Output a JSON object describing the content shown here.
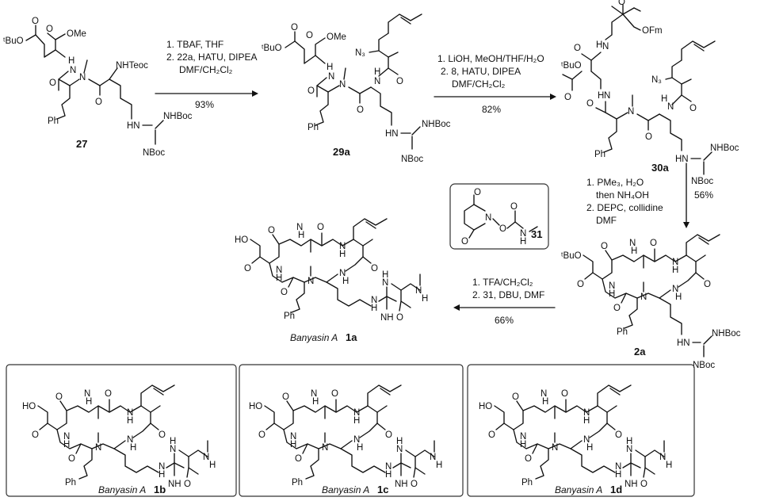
{
  "scheme": {
    "compounds": [
      {
        "id": "27",
        "number": "27",
        "atoms": {
          "tbuo": "ᵗBuO",
          "ome": "OMe",
          "o1": "O",
          "o2": "O",
          "nh1": "H",
          "n1": "N",
          "n2": "N",
          "nhteoc": "NHTeoc",
          "o3": "O",
          "o4": "O",
          "ph": "Ph",
          "hn": "HN",
          "nhboc": "NHBoc",
          "nboc": "NBoc"
        }
      },
      {
        "id": "29a",
        "number": "29a",
        "atoms": {
          "tbuo": "ᵗBuO",
          "ome": "OMe",
          "n3": "N₃",
          "o1": "O",
          "o2": "O",
          "o5": "O",
          "nh1": "H",
          "n1": "N",
          "n2": "N",
          "nh2": "H",
          "n3b": "N",
          "o3": "O",
          "o4": "O",
          "ph": "Ph",
          "hn": "HN",
          "nhboc": "NHBoc",
          "nboc": "NBoc"
        }
      },
      {
        "id": "30a",
        "number": "30a",
        "atoms": {
          "ofm": "OFm",
          "tbuo": "ᵗBuO",
          "n3": "N₃",
          "o6": "O",
          "o7": "O",
          "o1": "O",
          "o2": "O",
          "o5": "O",
          "nh0": "H",
          "n0": "N",
          "nh1": "H",
          "n1": "N",
          "n2": "N",
          "nh2": "H",
          "n3b": "N",
          "o3": "O",
          "ph": "Ph",
          "hn": "HN",
          "nhboc": "NHBoc",
          "nboc": "NBoc"
        }
      },
      {
        "id": "2a",
        "number": "2a",
        "atoms": {
          "tbuo": "ᵗBuO",
          "o1": "O",
          "o2": "O",
          "o5": "O",
          "o6": "O",
          "o7": "O",
          "n0": "N",
          "h0": "H",
          "n1": "N",
          "h1": "H",
          "n2": "N",
          "n3": "N",
          "h3": "H",
          "n4": "N",
          "h4": "H",
          "ph": "Ph",
          "hn": "HN",
          "nhboc": "NHBoc",
          "nboc": "NBoc"
        }
      },
      {
        "id": "1a",
        "number": "1a",
        "name": "Banyasin A",
        "atoms": {
          "ho": "HO",
          "o1": "O",
          "o2": "O",
          "o5": "O",
          "o6": "O",
          "o7": "O",
          "n0": "N",
          "h0": "H",
          "n1": "N",
          "h1": "H",
          "n2": "N",
          "n3": "N",
          "h3": "H",
          "n4": "N",
          "h4": "H",
          "ph": "Ph",
          "nh_a": "N",
          "h_a": "H",
          "nh_b": "N",
          "h_b": "H",
          "nh_c": "N",
          "h_c": "H",
          "nh_eq": "NH",
          "o_u": "O"
        }
      },
      {
        "id": "1b",
        "number": "1b",
        "name": "Banyasin A",
        "atoms": {
          "ho": "HO",
          "o1": "O",
          "o2": "O",
          "o5": "O",
          "o6": "O",
          "o7": "O",
          "n0": "N",
          "h0": "H",
          "n1": "N",
          "h1": "H",
          "n2": "N",
          "n3": "N",
          "h3": "H",
          "n4": "N",
          "h4": "H",
          "ph": "Ph",
          "nh_a": "N",
          "h_a": "H",
          "nh_b": "N",
          "h_b": "H",
          "nh_c": "N",
          "h_c": "H",
          "nh_eq": "NH",
          "o_u": "O"
        }
      },
      {
        "id": "1c",
        "number": "1c",
        "name": "Banyasin A",
        "atoms": {
          "ho": "HO",
          "o1": "O",
          "o2": "O",
          "o5": "O",
          "o6": "O",
          "o7": "O",
          "n0": "N",
          "h0": "H",
          "n1": "N",
          "h1": "H",
          "n2": "N",
          "n3": "N",
          "h3": "H",
          "n4": "N",
          "h4": "H",
          "ph": "Ph",
          "nh_a": "N",
          "h_a": "H",
          "nh_b": "N",
          "h_b": "H",
          "nh_c": "N",
          "h_c": "H",
          "nh_eq": "NH",
          "o_u": "O"
        }
      },
      {
        "id": "1d",
        "number": "1d",
        "name": "Banyasin A",
        "atoms": {
          "ho": "HO",
          "o1": "O",
          "o2": "O",
          "o5": "O",
          "o6": "O",
          "o7": "O",
          "n0": "N",
          "h0": "H",
          "n1": "N",
          "h1": "H",
          "n2": "N",
          "n3": "N",
          "h3": "H",
          "n4": "N",
          "h4": "H",
          "ph": "Ph",
          "nh_a": "N",
          "h_a": "H",
          "nh_b": "N",
          "h_b": "H",
          "nh_c": "N",
          "h_c": "H",
          "nh_eq": "NH",
          "o_u": "O"
        }
      },
      {
        "id": "31",
        "number": "31",
        "atoms": {
          "o_top": "O",
          "n": "N",
          "o_bot": "O",
          "o_link": "O",
          "o_c": "O",
          "n_h": "N",
          "h": "H"
        }
      }
    ],
    "steps": [
      {
        "id": "step1",
        "from": "27",
        "to": "29a",
        "conditions": [
          "1. TBAF, THF",
          "2. 22a, HATU, DIPEA",
          "DMF/CH₂Cl₂"
        ],
        "yield": "93%"
      },
      {
        "id": "step2",
        "from": "29a",
        "to": "30a",
        "conditions": [
          "1. LiOH, MeOH/THF/H₂O",
          "2. 8, HATU, DIPEA",
          "DMF/CH₂Cl₂"
        ],
        "yield": "82%"
      },
      {
        "id": "step3",
        "from": "30a",
        "to": "2a",
        "conditions": [
          "1. PMe₃, H₂O",
          "then NH₄OH",
          "2. DEPC, collidine",
          "DMF"
        ],
        "yield": "56%"
      },
      {
        "id": "step4",
        "from": "2a",
        "to": "1a",
        "conditions": [
          "1. TFA/CH₂Cl₂",
          "2. 31, DBU, DMF"
        ],
        "yield": "66%"
      }
    ]
  }
}
